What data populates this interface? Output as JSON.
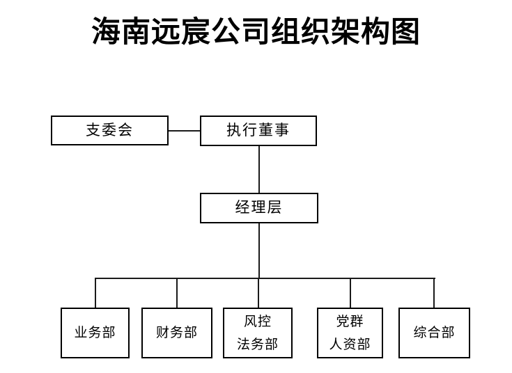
{
  "title": "海南远宸公司组织架构图",
  "nodes": {
    "committee": {
      "label": "支委会"
    },
    "executive_director": {
      "label": "执行董事"
    },
    "management": {
      "label": "经理层"
    },
    "business": {
      "label": "业务部"
    },
    "finance": {
      "label": "财务部"
    },
    "risk_legal": {
      "label_line1": "风控",
      "label_line2": "法务部"
    },
    "party_hr": {
      "label_line1": "党群",
      "label_line2": "人资部"
    },
    "general": {
      "label": "综合部"
    }
  },
  "colors": {
    "background": "#ffffff",
    "box_border": "#000000",
    "connector_line": "#1a1a1a",
    "text": "#000000"
  }
}
